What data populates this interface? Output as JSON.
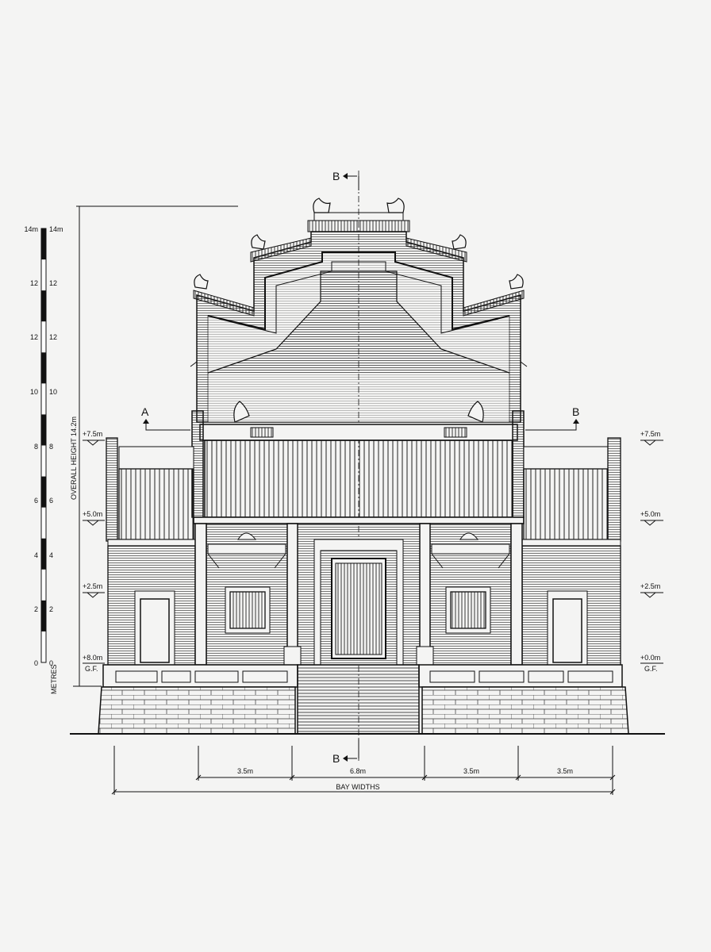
{
  "drawing": {
    "scale_bar": {
      "unit_label": "METRES",
      "left_labels": [
        "14m",
        "12",
        "12",
        "10",
        "8",
        "6",
        "4",
        "2",
        "0"
      ],
      "right_labels": [
        "14m",
        "12",
        "12",
        "10",
        "8",
        "6",
        "4",
        "2",
        "0"
      ]
    },
    "overall_height_label": "OVERALL HEIGHT 14.2m",
    "levels_left": [
      {
        "value": "+7.5m"
      },
      {
        "value": "+5.0m"
      },
      {
        "value": "+2.5m"
      },
      {
        "value": "+8.0m",
        "sub": "G.F."
      }
    ],
    "levels_right": [
      {
        "value": "+7.5m"
      },
      {
        "value": "+5.0m"
      },
      {
        "value": "+2.5m"
      },
      {
        "value": "+0.0m",
        "sub": "G.F."
      }
    ],
    "section_markers": {
      "top": "B",
      "left": "A",
      "right": "B",
      "bottom": "B"
    },
    "bay_widths": [
      "3.5m",
      "6.8m",
      "3.5m",
      "3.5m"
    ],
    "bay_widths_label": "BAY WIDTHS"
  }
}
